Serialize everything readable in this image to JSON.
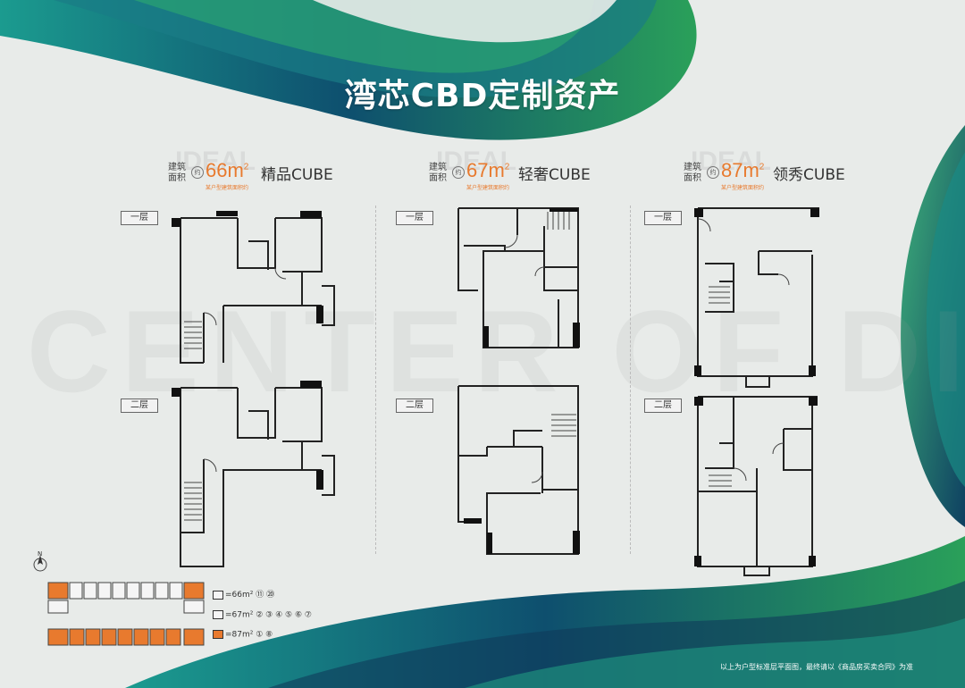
{
  "title": "湾芯CBD定制资产",
  "units": [
    {
      "area_label": "建筑面积",
      "circle": "约",
      "area_num": "66m",
      "area_sup": "2",
      "name": "精品CUBE",
      "note": "某户型建筑面积约",
      "ghost": "IDEAL"
    },
    {
      "area_label": "建筑面积",
      "circle": "约",
      "area_num": "67m",
      "area_sup": "2",
      "name": "轻奢CUBE",
      "note": "某户型建筑面积约",
      "ghost": "IDEAL"
    },
    {
      "area_label": "建筑面积",
      "circle": "约",
      "area_num": "87m",
      "area_sup": "2",
      "name": "领秀CUBE",
      "note": "某户型建筑面积约",
      "ghost": "IDEAL"
    }
  ],
  "floors": {
    "first": "一层",
    "second": "二层"
  },
  "watermark": "CENTER OF DIVERSITY",
  "legend": {
    "north": "N",
    "rows": [
      {
        "text": "=66m²  ⑪ ⑳"
      },
      {
        "text": "=67m²  ② ③ ④ ⑤ ⑥ ⑦"
      },
      {
        "text": "=87m²  ① ⑧"
      }
    ]
  },
  "footnote": "以上为户型标准层平面图，最终请以《商品房买卖合同》为准",
  "colors": {
    "accent": "#e87a2e",
    "teal": "#1f8a82",
    "navy": "#0f3a5a",
    "green": "#34a853"
  }
}
